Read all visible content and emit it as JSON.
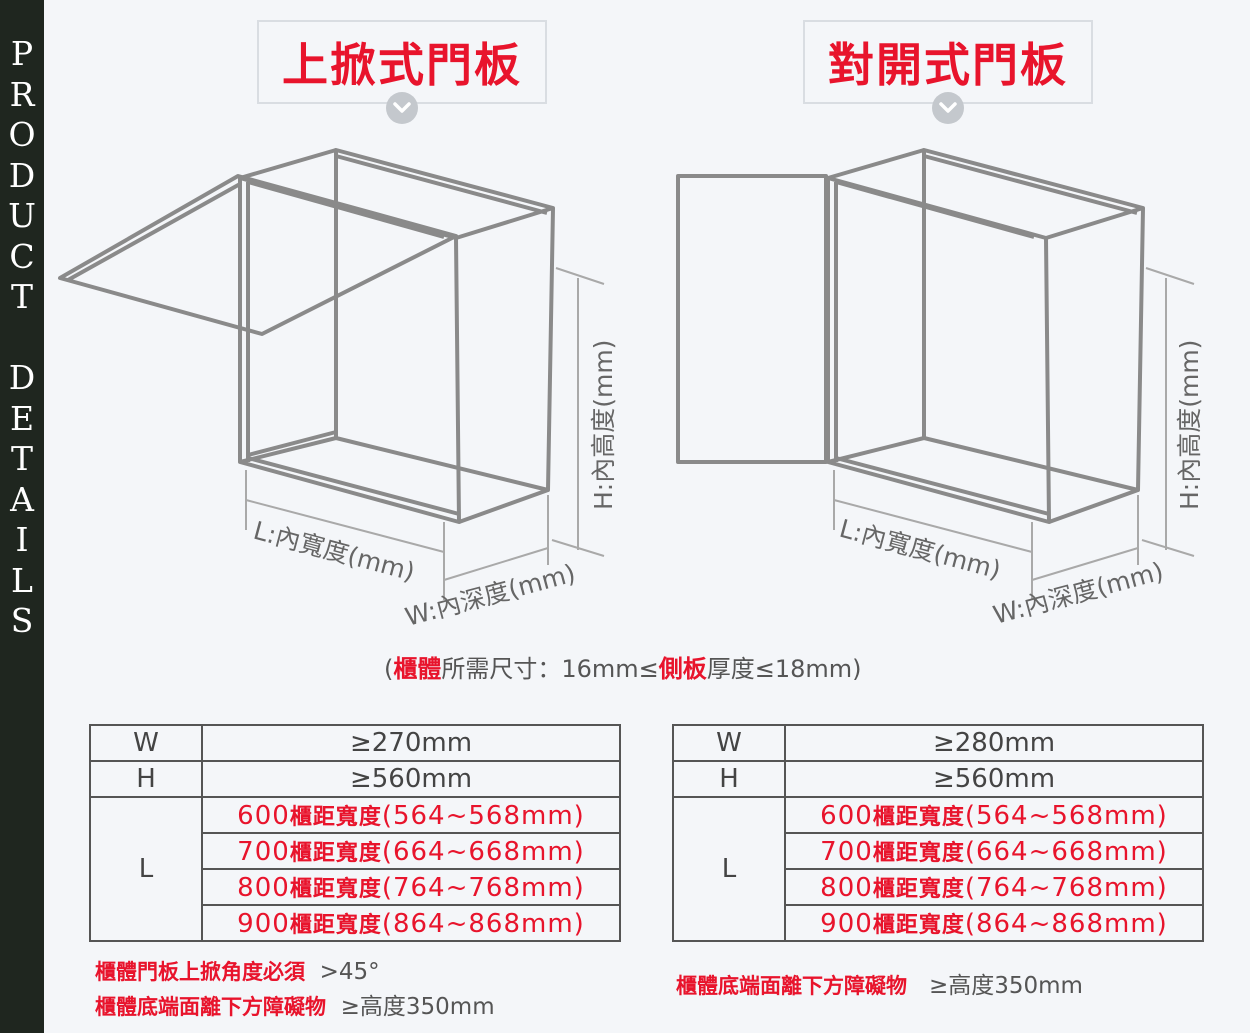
{
  "sidebar": {
    "letters": [
      "P",
      "R",
      "O",
      "D",
      "U",
      "C",
      "T",
      " ",
      "D",
      "E",
      "T",
      "A",
      "I",
      "L",
      "S"
    ]
  },
  "left_panel": {
    "title": "上掀式門板",
    "dim_h": "H:內高度(mm)",
    "dim_l": "L:內寬度(mm)",
    "dim_w": "W:內深度(mm)",
    "table": {
      "w_label": "W",
      "w_value": "≥270mm",
      "h_label": "H",
      "h_value": "≥560mm",
      "l_label": "L",
      "l_rows": [
        {
          "num": "600",
          "cj": "櫃距寬度",
          "range": "(564~568mm)"
        },
        {
          "num": "700",
          "cj": "櫃距寬度",
          "range": "(664~668mm)"
        },
        {
          "num": "800",
          "cj": "櫃距寬度",
          "range": "(764~768mm)"
        },
        {
          "num": "900",
          "cj": "櫃距寬度",
          "range": "(864~868mm)"
        }
      ]
    },
    "req1_red": "櫃體門板上掀角度必須",
    "req1_val": ">45°",
    "req2_red": "櫃體底端面離下方障礙物",
    "req2_val": "≥高度350mm"
  },
  "right_panel": {
    "title": "對開式門板",
    "dim_h": "H:內高度(mm)",
    "dim_l": "L:內寬度(mm)",
    "dim_w": "W:內深度(mm)",
    "table": {
      "w_label": "W",
      "w_value": "≥280mm",
      "h_label": "H",
      "h_value": "≥560mm",
      "l_label": "L",
      "l_rows": [
        {
          "num": "600",
          "cj": "櫃距寬度",
          "range": "(564~568mm)"
        },
        {
          "num": "700",
          "cj": "櫃距寬度",
          "range": "(664~668mm)"
        },
        {
          "num": "800",
          "cj": "櫃距寬度",
          "range": "(764~768mm)"
        },
        {
          "num": "900",
          "cj": "櫃距寬度",
          "range": "(864~868mm)"
        }
      ]
    },
    "req1_red": "櫃體底端面離下方障礙物",
    "req1_val": "≥高度350mm"
  },
  "note": {
    "open": "(",
    "red1": "櫃體",
    "mid1": "所需尺寸：16mm≤",
    "red2": "側板",
    "mid2": "厚度≤18mm)"
  },
  "colors": {
    "accent": "#e8142c",
    "sidebar": "#1f261f",
    "background": "#f4f6f9",
    "line": "#8a8a8a"
  }
}
